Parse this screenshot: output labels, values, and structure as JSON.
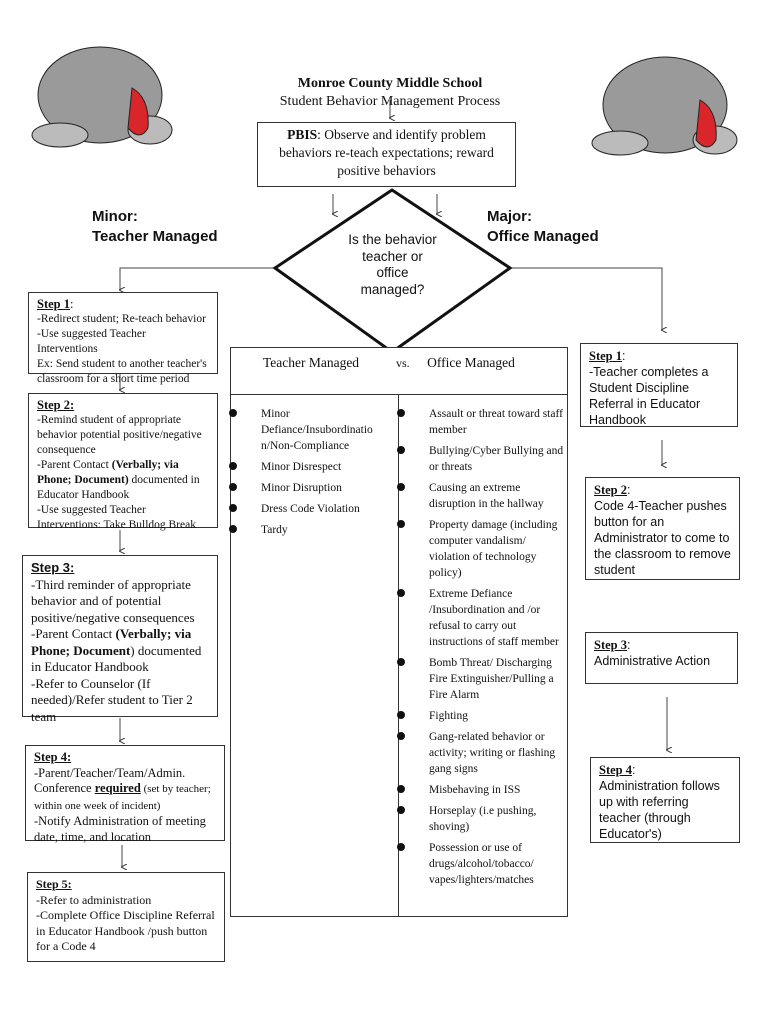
{
  "header": {
    "title": "Monroe County Middle School",
    "subtitle": "Student Behavior Management Process"
  },
  "pbis": {
    "label": "PBIS",
    "text": ": Observe and identify problem behaviors re-teach expectations; reward positive behaviors"
  },
  "minor": {
    "line1": "Minor:",
    "line2": "Teacher Managed"
  },
  "major": {
    "line1": "Major:",
    "line2": "Office Managed"
  },
  "decision": {
    "text": "Is the behavior teacher or office managed?"
  },
  "teacher_steps": [
    {
      "title": "Step 1",
      "lines": [
        "-Redirect student; Re-teach behavior",
        "-Use suggested Teacher Interventions",
        "Ex: Send student to another teacher's classroom for a short time period"
      ]
    },
    {
      "title": "Step 2:",
      "a": "-Remind student of appropriate behavior potential positive/negative consequence",
      "b": "-Parent Contact ",
      "b_bold": "(Verbally; via Phone; Document)",
      "b_end": " documented in Educator Handbook",
      "c": "-Use suggested Teacher Interventions: Take Bulldog Break"
    },
    {
      "title": "Step 3:",
      "a": "-Third reminder of appropriate behavior and of potential positive/negative consequences",
      "b": "-Parent Contact ",
      "b_bold": "(Verbally; via Phone; Document",
      "b_end": ") documented in Educator Handbook",
      "c": "-Refer to Counselor (If needed)/Refer student to Tier 2 team"
    },
    {
      "title": "Step 4:",
      "a": "-Parent/Teacher/Team/Admin. Conference ",
      "a_bold": "required",
      "a_end": " (set by teacher; within one week of incident)",
      "b": "-Notify Administration of meeting date, time, and location"
    },
    {
      "title": "Step 5:",
      "a": "-Refer to administration",
      "b": "-Complete Office Discipline Referral in Educator Handbook /push button for a Code 4"
    }
  ],
  "table": {
    "teacher_header": "Teacher Managed",
    "vs": "vs.",
    "office_header": "Office Managed",
    "teacher_items": [
      "Minor Defiance/Insubordinatio n/Non-Compliance",
      "Minor Disrespect",
      "Minor Disruption",
      "Dress Code Violation",
      "Tardy"
    ],
    "office_items": [
      "Assault or threat toward staff member",
      "Bullying/Cyber Bullying and or threats",
      "Causing an extreme disruption in the hallway",
      "Property damage (including computer vandalism/ violation of technology policy)",
      "Extreme Defiance /Insubordination and /or refusal to carry out instructions of staff member",
      "Bomb Threat/ Discharging Fire Extinguisher/Pulling a Fire Alarm",
      "Fighting",
      "Gang-related behavior or activity; writing or flashing gang signs",
      "Misbehaving in ISS",
      "Horseplay (i.e pushing, shoving)",
      "Possession or use of drugs/alcohol/tobacco/ vapes/lighters/matches"
    ]
  },
  "office_steps": [
    {
      "title": "Step 1",
      "text": "-Teacher completes a Student Discipline Referral in Educator Handbook"
    },
    {
      "title": "Step 2",
      "text": "Code 4-Teacher pushes button for an Administrator to come to the classroom to remove student"
    },
    {
      "title": "Step 3",
      "text": "Administrative Action"
    },
    {
      "title": "Step 4",
      "text": "Administration follows up with referring teacher (through Educator's)"
    }
  ],
  "colors": {
    "mascot_gray": "#9a9a9a",
    "tongue": "#d8262b"
  }
}
